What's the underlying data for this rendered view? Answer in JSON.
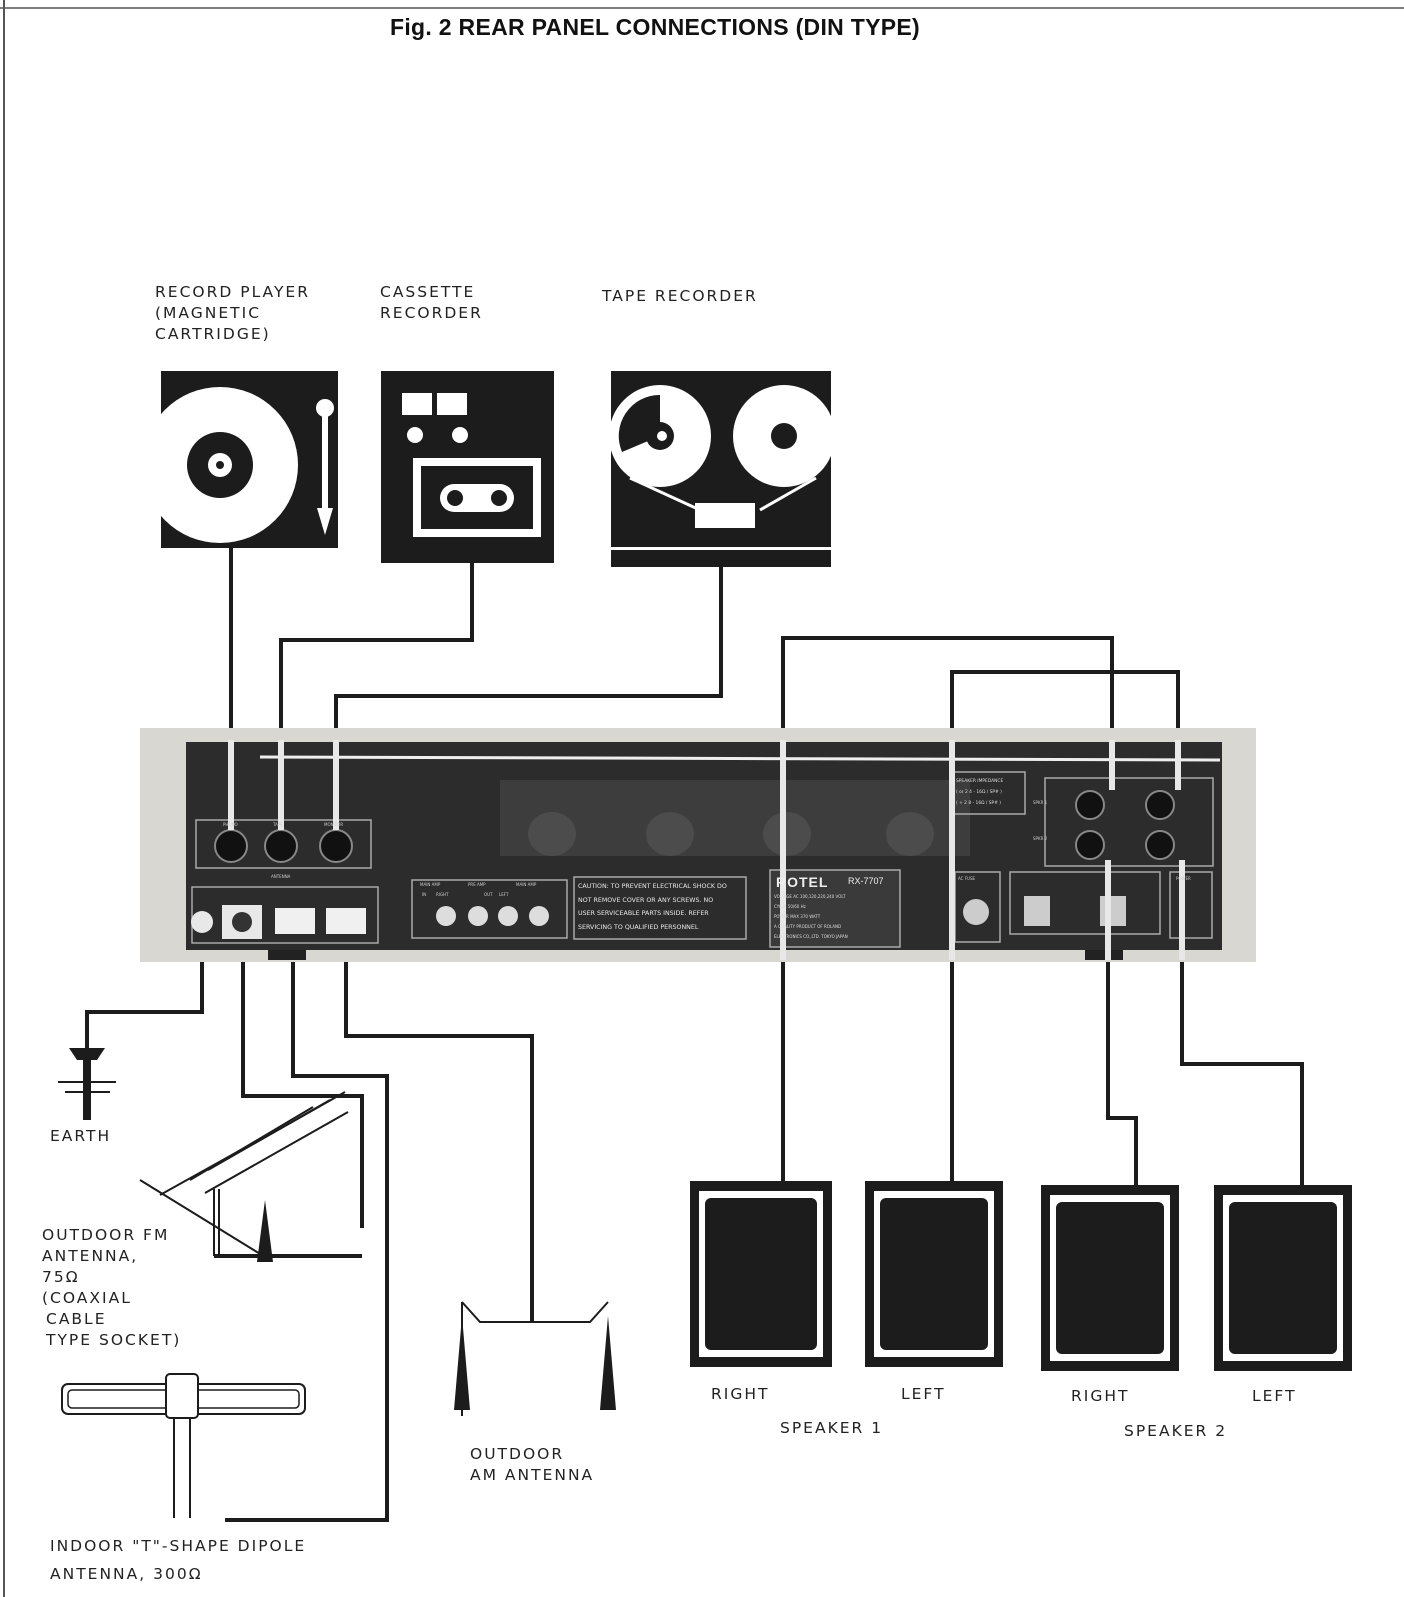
{
  "title": "Fig. 2 REAR PANEL CONNECTIONS (DIN TYPE)",
  "devices": {
    "record_player": [
      "RECORD PLAYER",
      "(MAGNETIC",
      "CARTRIDGE)"
    ],
    "cassette": [
      "CASSETTE",
      "RECORDER"
    ],
    "tape": [
      "TAPE RECORDER"
    ]
  },
  "antennas": {
    "earth": "EARTH",
    "fm_outdoor": [
      "OUTDOOR FM",
      "ANTENNA,",
      "75Ω",
      "(COAXIAL",
      "CABLE",
      "TYPE SOCKET)"
    ],
    "dipole": [
      "INDOOR \"T\"-SHAPE DIPOLE",
      "ANTENNA, 300Ω"
    ],
    "am_outdoor": [
      "OUTDOOR",
      "AM ANTENNA"
    ]
  },
  "speakers": {
    "s1_right": "RIGHT",
    "s1_left": "LEFT",
    "s2_right": "RIGHT",
    "s2_left": "LEFT",
    "group1": "SPEAKER 1",
    "group2": "SPEAKER 2"
  },
  "panel": {
    "brand": "ROTEL",
    "model": "RX-7707",
    "caution": [
      "CAUTION: TO PREVENT ELECTRICAL SHOCK DO",
      "NOT REMOVE COVER OR ANY SCREWS. NO",
      "USER SERVICEABLE PARTS INSIDE. REFER",
      "SERVICING TO QUALIFIED PERSONNEL"
    ],
    "impedance": [
      "SPEAKER IMPEDANCE",
      "( or 2  4 - 16Ω / SP# )",
      "( + 2  8 - 16Ω / SP# )"
    ],
    "rating_lines": [
      "VOLTAGE AC 100,120,220,240 VOLT",
      "CYCLE 50/60 Hz",
      "POWER MAX 370 WATT",
      "A QUALITY PRODUCT OF ROLAND",
      "ELECTRONICS CO.,LTD. TOKYO JAPAN"
    ],
    "jack_labels": [
      "PHONO",
      "TAPE",
      "MONITOR",
      "ANTENNA",
      "MAIN AMP",
      "PRE AMP",
      "MAIN AMP",
      "RIGHT",
      "LEFT",
      "IN",
      "OUT",
      "AC FUSE",
      "SPKR 1",
      "SPKR 2",
      "POWER"
    ]
  },
  "colors": {
    "line": "#1c1c1c",
    "panel_frame": "#d9d7d2",
    "panel_body": "#2b2b2b"
  }
}
